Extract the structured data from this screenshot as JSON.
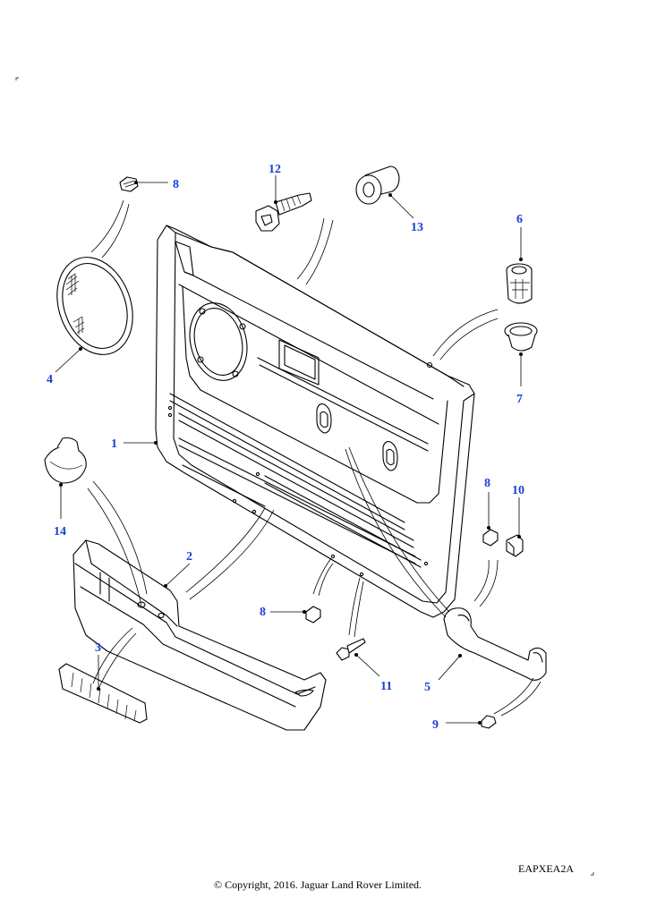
{
  "diagram": {
    "callouts": {
      "c1": "1",
      "c2": "2",
      "c3": "3",
      "c4": "4",
      "c5": "5",
      "c6": "6",
      "c7": "7",
      "c8a": "8",
      "c8b": "8",
      "c8c": "8",
      "c9": "9",
      "c10": "10",
      "c11": "11",
      "c12": "12",
      "c13": "13",
      "c14": "14"
    },
    "callout_color": "#1a3fd6"
  },
  "footer": {
    "code": "EAPXEA2A",
    "copyright": "© Copyright, 2016. Jaguar Land Rover Limited."
  }
}
